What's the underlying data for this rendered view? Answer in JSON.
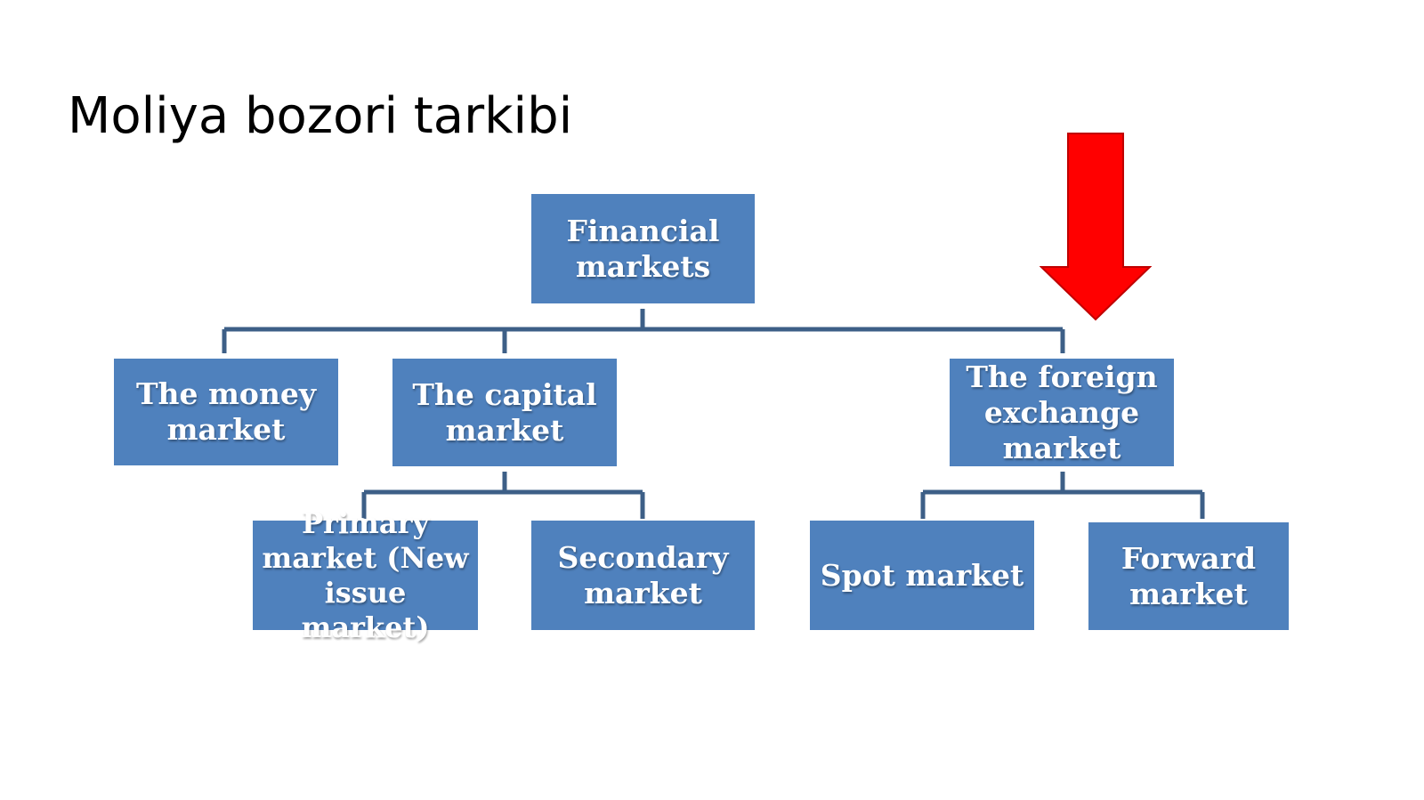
{
  "slide": {
    "title": "Moliya bozori tarkibi"
  },
  "colors": {
    "box_fill": "#4f81bd",
    "connector": "#3d5f87",
    "arrow": "#ff0000",
    "text": "#ffffff"
  },
  "nodes": {
    "root": "Financial markets",
    "money": "The money market",
    "capital": "The capital market",
    "forex": "The foreign exchange market",
    "primary": "Primary market (New issue market)",
    "secondary": "Secondary market",
    "spot": "Spot market",
    "forward": "Forward market"
  },
  "edges": [
    [
      "root",
      "money"
    ],
    [
      "root",
      "capital"
    ],
    [
      "root",
      "forex"
    ],
    [
      "capital",
      "primary"
    ],
    [
      "capital",
      "secondary"
    ],
    [
      "forex",
      "spot"
    ],
    [
      "forex",
      "forward"
    ]
  ],
  "arrow_icon": "down-arrow-icon"
}
